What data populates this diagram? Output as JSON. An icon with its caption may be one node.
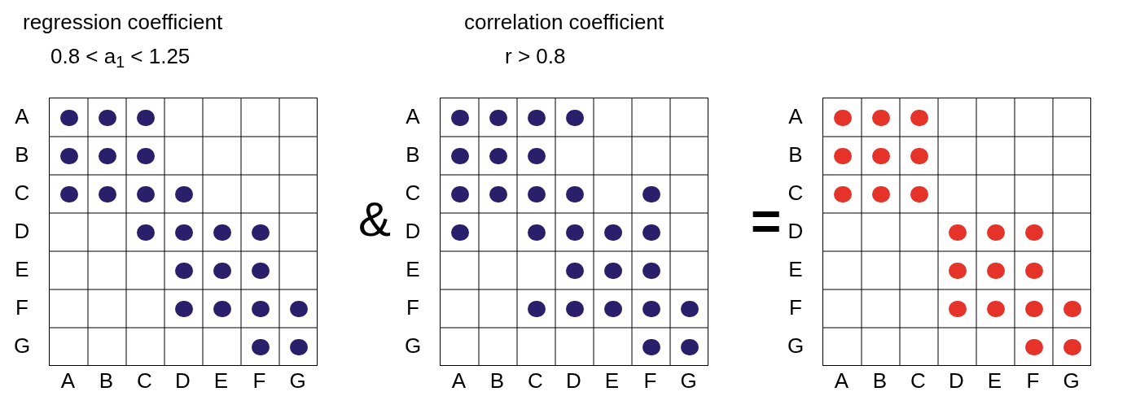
{
  "diagram": {
    "nodes": [
      {
        "text": [],
        "shape": "grid"
      },
      {
        "text": [],
        "shape": "circle",
        "in": 0
      },
      {
        "text": [],
        "shape": "circle",
        "in": 0
      },
      {
        "text": [],
        "shape": "circle",
        "in": 0
      },
      {
        "text": [],
        "shape": "circle",
        "in": 0
      },
      {
        "text": [],
        "shape": "circle",
        "in": 0
      },
      {
        "text": [],
        "shape": "circle",
        "in": 0
      },
      {
        "text": [],
        "shape": "circle",
        "in": 0
      },
      {
        "text": [],
        "shape": "circle",
        "in": 0
      },
      {
        "text": [],
        "shape": "circle",
        "in": 0
      },
      {
        "text": [],
        "shape": "circle",
        "in": 0
      },
      {
        "text": [],
        "shape": "circle",
        "in": 0
      },
      {
        "text": [],
        "shape": "circle",
        "in": 0
      },
      {
        "text": [],
        "shape": "circle",
        "in": 0
      },
      {
        "text": [],
        "shape": "circle",
        "in": 0
      },
      {
        "text": [],
        "shape": "circle",
        "in": 0
      },
      {
        "text": [],
        "shape": "circle",
        "in": 0
      },
      {
        "text": [],
        "shape": "circle",
        "in": 0
      },
      {
        "text": [],
        "shape": "circle",
        "in": 0
      },
      {
        "text": [],
        "shape": "circle",
        "in": 0
      },
      {
        "text": [],
        "shape": "circle",
        "in": 0
      },
      {
        "text": [],
        "shape": "circle",
        "in": 0
      },
      {
        "text": [],
        "shape": "circle",
        "in": 0
      },
      {
        "text": [],
        "shape": "circle",
        "in": 0
      },
      {
        "text": [],
        "shape": "grid"
      },
      {
        "text": [],
        "shape": "circle",
        "in": 24
      },
      {
        "text": [],
        "shape": "circle",
        "in": 24
      },
      {
        "text": [],
        "shape": "circle",
        "in": 24
      },
      {
        "text": [],
        "shape": "circle",
        "in": 24
      },
      {
        "text": [],
        "shape": "circle",
        "in": 24
      },
      {
        "text": [],
        "shape": "circle",
        "in": 24
      },
      {
        "text": [],
        "shape": "circle",
        "in": 24
      },
      {
        "text": [],
        "shape": "circle",
        "in": 24
      },
      {
        "text": [],
        "shape": "circle",
        "in": 24
      },
      {
        "text": [],
        "shape": "circle",
        "in": 24
      },
      {
        "text": [],
        "shape": "circle",
        "in": 24
      },
      {
        "text": [],
        "shape": "circle",
        "in": 24
      },
      {
        "text": [],
        "shape": "circle",
        "in": 24
      },
      {
        "text": [],
        "shape": "circle",
        "in": 24
      },
      {
        "text": [],
        "shape": "circle",
        "in": 24
      },
      {
        "text": [],
        "shape": "circle",
        "in": 24
      },
      {
        "text": [],
        "shape": "circle",
        "in": 24
      },
      {
        "text": [],
        "shape": "circle",
        "in": 24
      },
      {
        "text": [],
        "shape": "circle",
        "in": 24
      },
      {
        "text": [],
        "shape": "circle",
        "in": 24
      },
      {
        "text": [],
        "shape": "circle",
        "in": 24
      },
      {
        "text": [],
        "shape": "circle",
        "in": 24
      },
      {
        "text": [],
        "shape": "circle",
        "in": 24
      },
      {
        "text": [],
        "shape": "circle",
        "in": 24
      },
      {
        "text": [],
        "shape": "circle",
        "in": 24
      },
      {
        "text": [],
        "shape": "circle",
        "in": 24
      },
      {
        "text": [],
        "shape": "circle",
        "in": 24
      },
      {
        "text": [],
        "shape": "grid"
      },
      {
        "text": [],
        "shape": "circle",
        "in": 52
      },
      {
        "text": [],
        "shape": "circle",
        "in": 52
      },
      {
        "text": [],
        "shape": "circle",
        "in": 52
      },
      {
        "text": [],
        "shape": "circle",
        "in": 52
      },
      {
        "text": [],
        "shape": "circle",
        "in": 52
      },
      {
        "text": [],
        "shape": "circle",
        "in": 52
      },
      {
        "text": [],
        "shape": "circle",
        "in": 52
      },
      {
        "text": [],
        "shape": "circle",
        "in": 52
      },
      {
        "text": [],
        "shape": "circle",
        "in": 52
      },
      {
        "text": [],
        "shape": "circle",
        "in": 52
      },
      {
        "text": [],
        "shape": "circle",
        "in": 52
      },
      {
        "text": [],
        "shape": "circle",
        "in": 52
      },
      {
        "text": [],
        "shape": "circle",
        "in": 52
      },
      {
        "text": [],
        "shape": "circle",
        "in": 52
      },
      {
        "text": [],
        "shape": "circle",
        "in": 52
      },
      {
        "text": [],
        "shape": "circle",
        "in": 52
      },
      {
        "text": [],
        "shape": "circle",
        "in": 52
      },
      {
        "text": [],
        "shape": "circle",
        "in": 52
      },
      {
        "text": [],
        "shape": "circle",
        "in": 52
      },
      {
        "text": [],
        "shape": "circle",
        "in": 52
      },
      {
        "text": [],
        "shape": "circle",
        "in": 52
      }
    ],
    "labels": [
      "regression coefficient",
      "0.8 < a$_{1}$ < 1.25",
      "correlation coefficient",
      "r > 0.8",
      "A",
      "B",
      "C",
      "D",
      "E",
      "F",
      "G",
      "A",
      "B",
      "C",
      "D",
      "E",
      "F",
      "G",
      "&",
      "A",
      "B",
      "C",
      "D",
      "E",
      "F",
      "G",
      "A",
      "B",
      "C",
      "D",
      "E",
      "F",
      "G",
      "=",
      "A",
      "B",
      "C",
      "D",
      "E",
      "F",
      "G",
      "A",
      "B",
      "C",
      "D",
      "E",
      "F",
      "G"
    ]
  }
}
